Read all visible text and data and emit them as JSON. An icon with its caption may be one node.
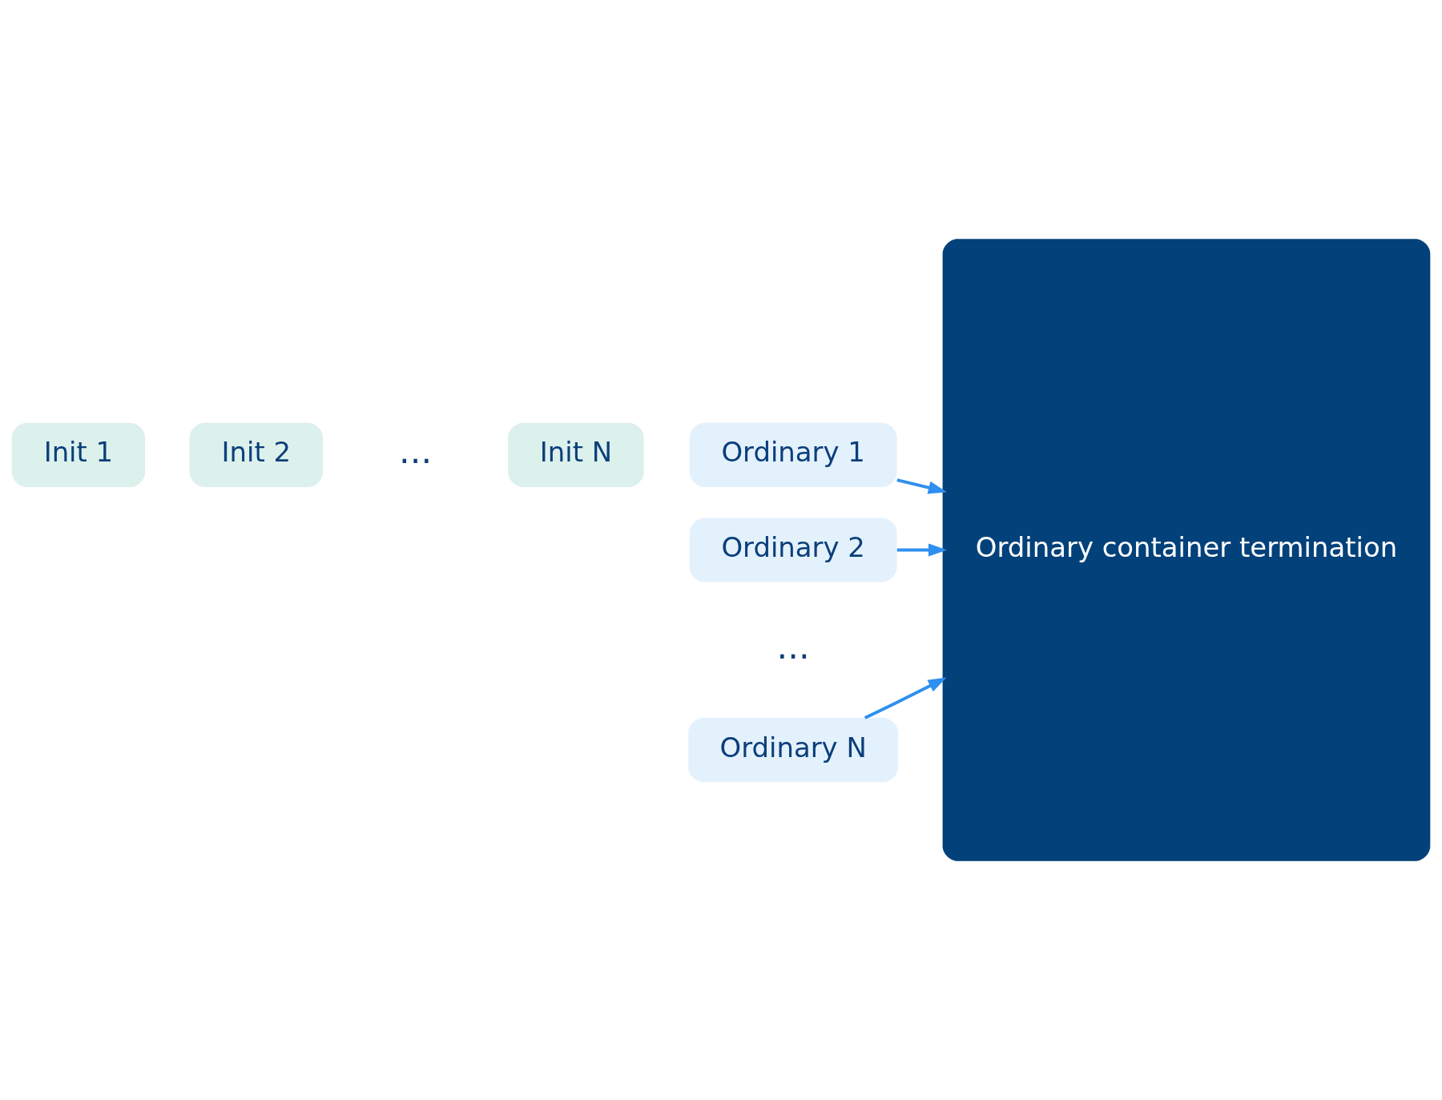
{
  "diagram": {
    "nodes": [
      {
        "text": [
          "Init 1"
        ]
      },
      {
        "text": [
          "Init 2"
        ]
      },
      {
        "text": [
          "Init N"
        ]
      },
      {
        "text": [
          "Ordinary 1"
        ]
      },
      {
        "text": [
          "Ordinary 2"
        ]
      },
      {
        "text": [
          "Ordinary N"
        ]
      },
      {
        "text": [
          "Ordinary container termination"
        ]
      }
    ],
    "edges": [
      {
        "from": 3,
        "to": 6,
        "arrow": "to"
      },
      {
        "from": 4,
        "to": 6,
        "arrow": "to"
      },
      {
        "from": 5,
        "to": 6,
        "arrow": "to"
      }
    ],
    "labels": [
      "...",
      "..."
    ]
  }
}
